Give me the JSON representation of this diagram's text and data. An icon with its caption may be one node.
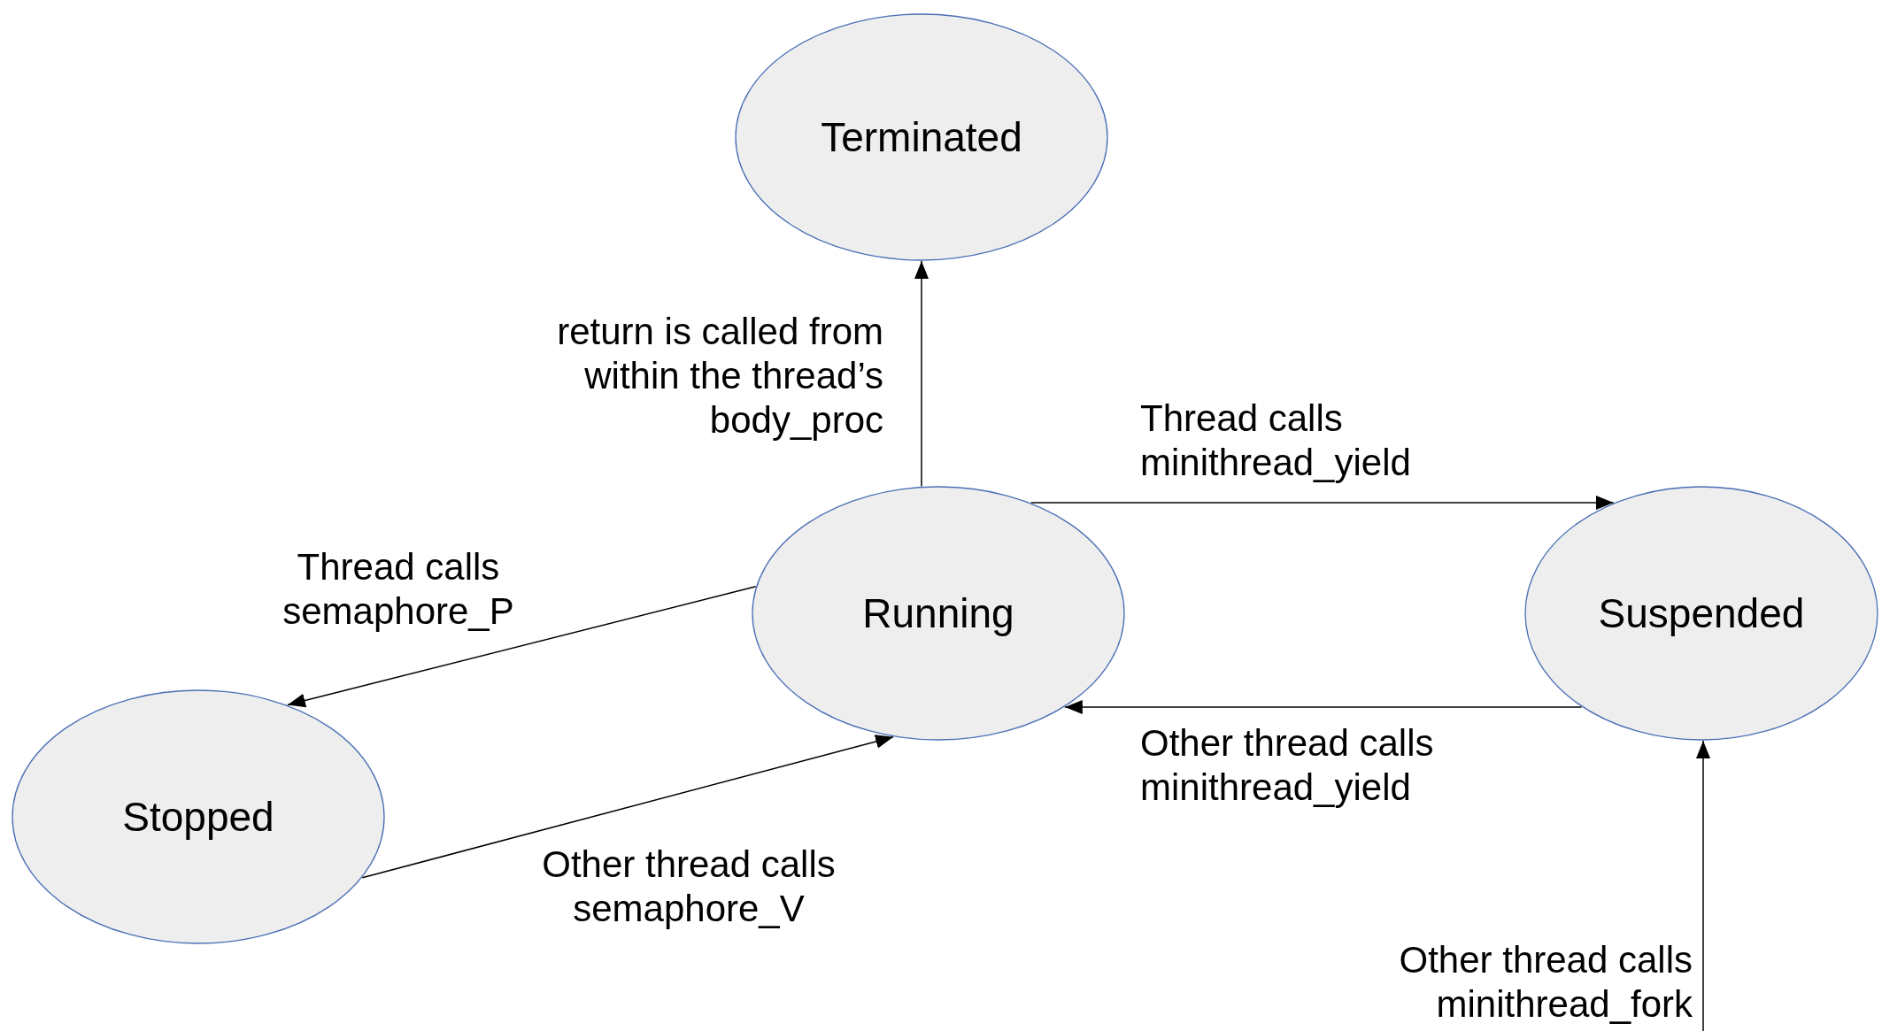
{
  "diagram": {
    "nodes": [
      {
        "text": [
          "Terminated"
        ]
      },
      {
        "text": [
          "Running"
        ]
      },
      {
        "text": [
          "Suspended"
        ]
      },
      {
        "text": [
          "Stopped"
        ]
      }
    ],
    "edges": [
      {
        "from": 1,
        "to": 0,
        "arrow": "to",
        "label": "return is called from within the thread’s body_proc"
      },
      {
        "from": 1,
        "to": 2,
        "arrow": "to",
        "label": "Thread calls minithread_yield"
      },
      {
        "from": 2,
        "to": 1,
        "arrow": "to",
        "label": "Other thread calls minithread_yield"
      },
      {
        "from": 1,
        "to": 3,
        "arrow": "to",
        "label": "Thread calls semaphore_P"
      },
      {
        "from": 3,
        "to": 1,
        "arrow": "to",
        "label": "Other thread calls semaphore_V"
      },
      {
        "from": null,
        "to": 2,
        "arrow": "to",
        "label": "Other thread calls minithread_fork"
      }
    ]
  }
}
